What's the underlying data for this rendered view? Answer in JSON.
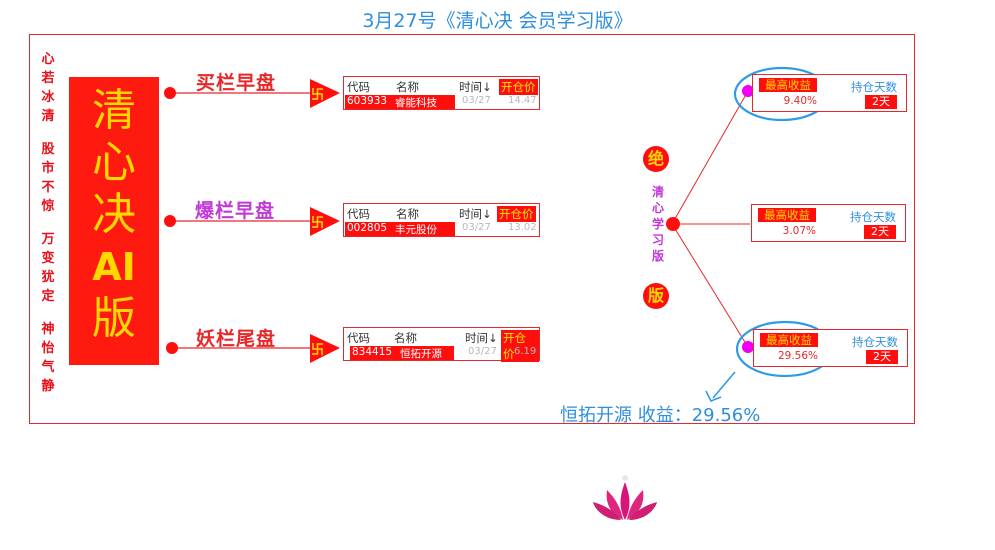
{
  "title": "3月27号《清心决 会员学习版》",
  "motto": [
    "心",
    "若",
    "冰",
    "清",
    "股",
    "市",
    "不",
    "惊",
    "万",
    "变",
    "犹",
    "定",
    "神",
    "怡",
    "气",
    "静"
  ],
  "big_box": {
    "line1": "清",
    "line2": "心",
    "line3": "决",
    "line4": "AI",
    "line5": "版"
  },
  "swastika": "卐",
  "headers": {
    "code": "代码",
    "name": "名称",
    "time": "时间↓",
    "open": "开仓价"
  },
  "stocks": [
    {
      "category": "买栏早盘",
      "code": "603933",
      "name": "睿能科技",
      "date": "03/27",
      "price": "14.47"
    },
    {
      "category": "爆栏早盘",
      "code": "002805",
      "name": "丰元股份",
      "date": "03/27",
      "price": "13.02"
    },
    {
      "category": "妖栏尾盘",
      "code": "834415",
      "name": "恒拓开源",
      "date": "03/27",
      "price": "6.19"
    }
  ],
  "center": {
    "top_circle": "绝",
    "vertical": [
      "清",
      "心",
      "学",
      "习",
      "版"
    ],
    "bottom_circle": "版"
  },
  "results": [
    {
      "label": "最高收益",
      "value": "9.40%",
      "days_label": "持仓天数",
      "days": "2天"
    },
    {
      "label": "最高收益",
      "value": "3.07%",
      "days_label": "持仓天数",
      "days": "2天"
    },
    {
      "label": "最高收益",
      "value": "29.56%",
      "days_label": "持仓天数",
      "days": "2天"
    }
  ],
  "caption": "恒拓开源 收益：29.56%",
  "colors": {
    "red": "#ff0e0e",
    "yellow": "#ffd800",
    "blue": "#2f8fdc",
    "purple": "#c238d9",
    "magenta": "#f000f0"
  }
}
